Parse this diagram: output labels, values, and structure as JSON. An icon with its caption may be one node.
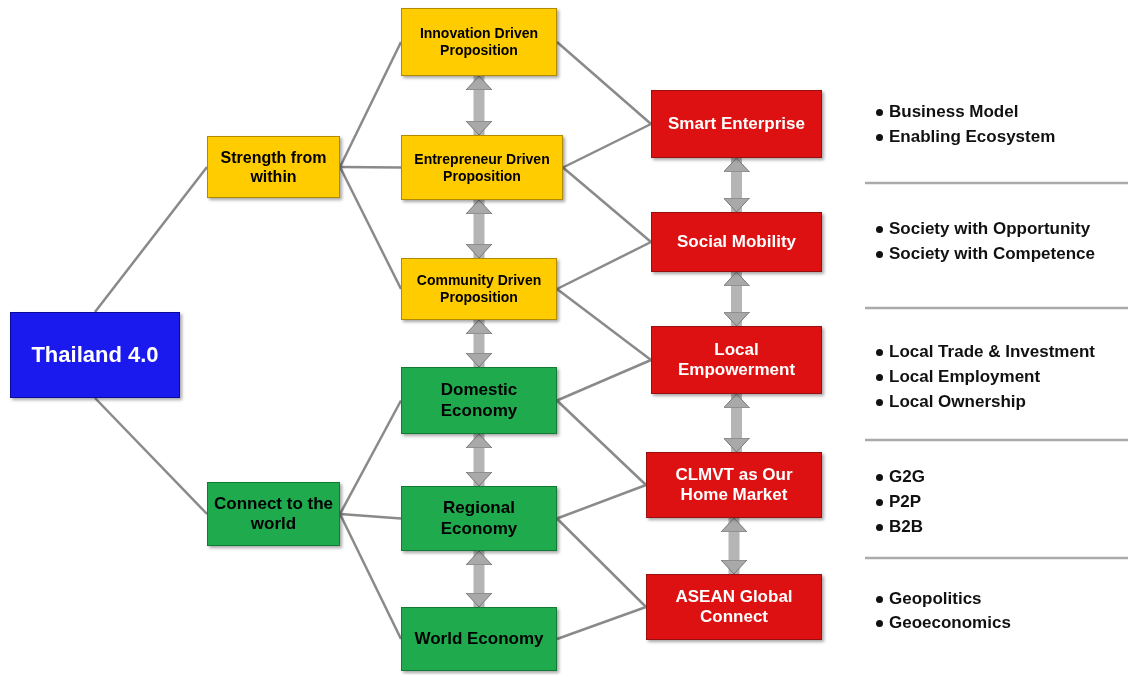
{
  "diagram": {
    "nodes": [
      {
        "text": [
          "Thailand 4.0"
        ]
      },
      {
        "text": [
          "Strength from within"
        ]
      },
      {
        "text": [
          "Connect to the world"
        ]
      },
      {
        "text": [
          "Innovation Driven Proposition"
        ]
      },
      {
        "text": [
          "Entrepreneur Driven Proposition"
        ]
      },
      {
        "text": [
          "Community Driven Proposition"
        ]
      },
      {
        "text": [
          "Domestic Economy"
        ]
      },
      {
        "text": [
          "Regional Economy"
        ]
      },
      {
        "text": [
          "World Economy"
        ]
      },
      {
        "text": [
          "Smart Enterprise"
        ]
      },
      {
        "text": [
          "Social Mobility"
        ]
      },
      {
        "text": [
          "Local Empowerment"
        ]
      },
      {
        "text": [
          "CLMVT as Our Home Market"
        ]
      },
      {
        "text": [
          "ASEAN Global Connect"
        ]
      }
    ],
    "edges": [
      {
        "from": 0,
        "to": 1,
        "arrow": "none"
      },
      {
        "from": 0,
        "to": 2,
        "arrow": "none"
      },
      {
        "from": 1,
        "to": 3,
        "arrow": "none"
      },
      {
        "from": 1,
        "to": 4,
        "arrow": "none"
      },
      {
        "from": 1,
        "to": 5,
        "arrow": "none"
      },
      {
        "from": 2,
        "to": 6,
        "arrow": "none"
      },
      {
        "from": 2,
        "to": 7,
        "arrow": "none"
      },
      {
        "from": 2,
        "to": 8,
        "arrow": "none"
      },
      {
        "from": 3,
        "to": 9,
        "arrow": "none"
      },
      {
        "from": 4,
        "to": 9,
        "arrow": "none"
      },
      {
        "from": 4,
        "to": 10,
        "arrow": "none"
      },
      {
        "from": 5,
        "to": 10,
        "arrow": "none"
      },
      {
        "from": 5,
        "to": 11,
        "arrow": "none"
      },
      {
        "from": 6,
        "to": 11,
        "arrow": "none"
      },
      {
        "from": 6,
        "to": 12,
        "arrow": "none"
      },
      {
        "from": 7,
        "to": 12,
        "arrow": "none"
      },
      {
        "from": 7,
        "to": 13,
        "arrow": "none"
      },
      {
        "from": 8,
        "to": 13,
        "arrow": "none"
      },
      {
        "from": 3,
        "to": 4,
        "arrow": "both",
        "style": "thick"
      },
      {
        "from": 4,
        "to": 5,
        "arrow": "both",
        "style": "thick"
      },
      {
        "from": 5,
        "to": 6,
        "arrow": "both",
        "style": "thick"
      },
      {
        "from": 6,
        "to": 7,
        "arrow": "both",
        "style": "thick"
      },
      {
        "from": 7,
        "to": 8,
        "arrow": "both",
        "style": "thick"
      },
      {
        "from": 9,
        "to": 10,
        "arrow": "both",
        "style": "thick"
      },
      {
        "from": 10,
        "to": 11,
        "arrow": "both",
        "style": "thick"
      },
      {
        "from": 11,
        "to": 12,
        "arrow": "both",
        "style": "thick"
      },
      {
        "from": 12,
        "to": 13,
        "arrow": "both",
        "style": "thick"
      }
    ],
    "labels": [
      "Business Model",
      "Enabling Ecosystem",
      "Society with Opportunity",
      "Society with Competence",
      "Local Trade & Investment",
      "Local Employment",
      "Local Ownership",
      "G2G",
      "P2P",
      "B2B",
      "Geopolitics",
      "Geoeconomics"
    ]
  }
}
